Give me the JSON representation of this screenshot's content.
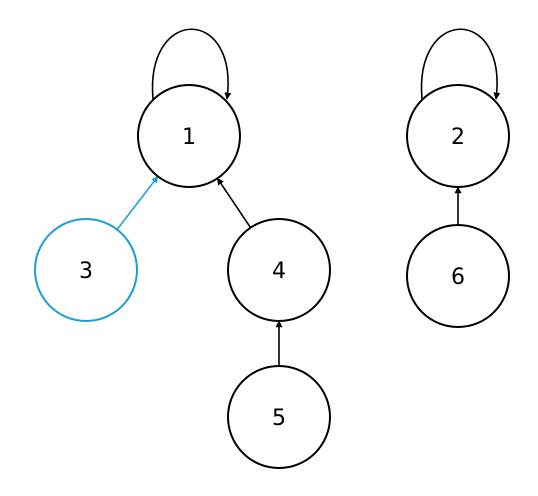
{
  "colors": {
    "default": "#000000",
    "highlight": "#1a9ed4",
    "background": "#ffffff"
  },
  "nodes": [
    {
      "id": "1",
      "label": "1",
      "highlighted": false
    },
    {
      "id": "2",
      "label": "2",
      "highlighted": false
    },
    {
      "id": "3",
      "label": "3",
      "highlighted": true
    },
    {
      "id": "4",
      "label": "4",
      "highlighted": false
    },
    {
      "id": "5",
      "label": "5",
      "highlighted": false
    },
    {
      "id": "6",
      "label": "6",
      "highlighted": false
    }
  ],
  "edges": [
    {
      "from": "1",
      "to": "1",
      "self_loop": true,
      "highlighted": false
    },
    {
      "from": "2",
      "to": "2",
      "self_loop": true,
      "highlighted": false
    },
    {
      "from": "3",
      "to": "1",
      "highlighted": true
    },
    {
      "from": "4",
      "to": "1",
      "highlighted": false
    },
    {
      "from": "5",
      "to": "4",
      "highlighted": false
    },
    {
      "from": "6",
      "to": "2",
      "highlighted": false
    }
  ]
}
